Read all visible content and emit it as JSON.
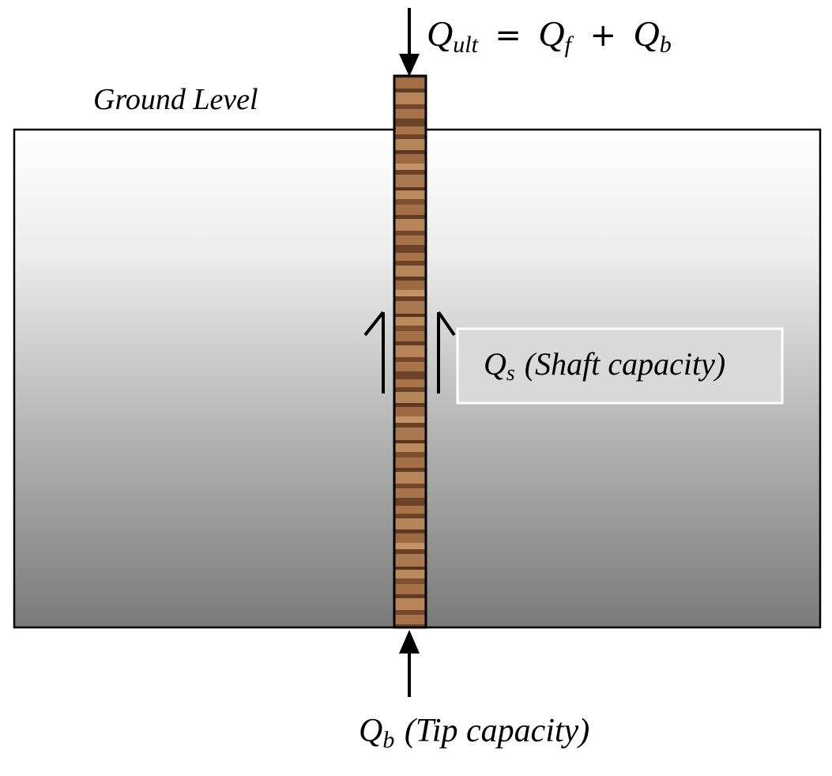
{
  "colors": {
    "soil_top": "#ffffff",
    "soil_bottom": "#7a7a7a",
    "pile_base": "#7a4e2d",
    "line": "#000000",
    "label_box_border": "#ffffff"
  },
  "labels": {
    "ground_level": "Ground Level",
    "top_equation": {
      "lhs_Q": "Q",
      "lhs_sub": "ult",
      "equals": "=",
      "f_Q": "Q",
      "f_sub": "f",
      "plus": "+",
      "b_Q": "Q",
      "b_sub": "b"
    },
    "shaft": {
      "Q": "Q",
      "sub": "s",
      "text": "(Shaft capacity)"
    },
    "tip": {
      "Q": "Q",
      "sub": "b",
      "text": "(Tip capacity)"
    }
  }
}
